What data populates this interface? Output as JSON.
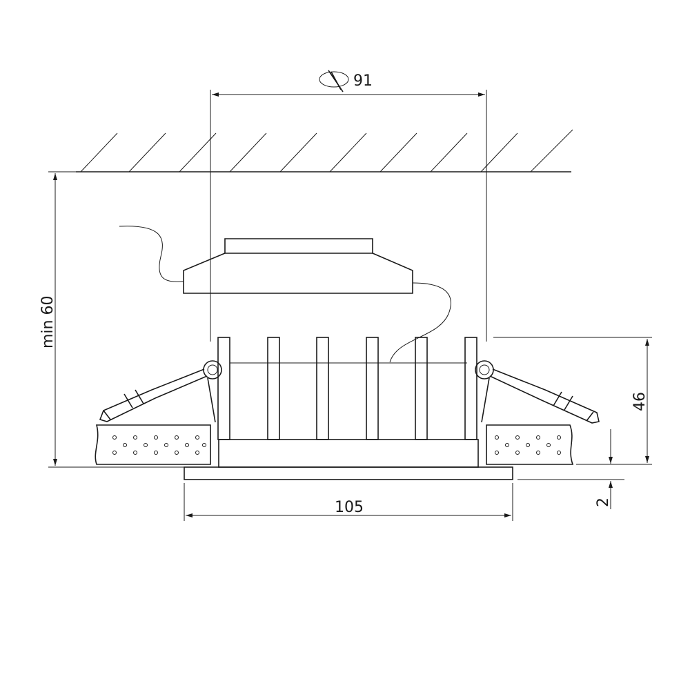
{
  "dimensions": {
    "cutout_diameter": "91",
    "min_depth": "min 60",
    "body_height": "46",
    "bezel_thickness": "2",
    "bezel_width": "105"
  },
  "icons": {
    "diameter_symbol": "diameter-icon"
  }
}
